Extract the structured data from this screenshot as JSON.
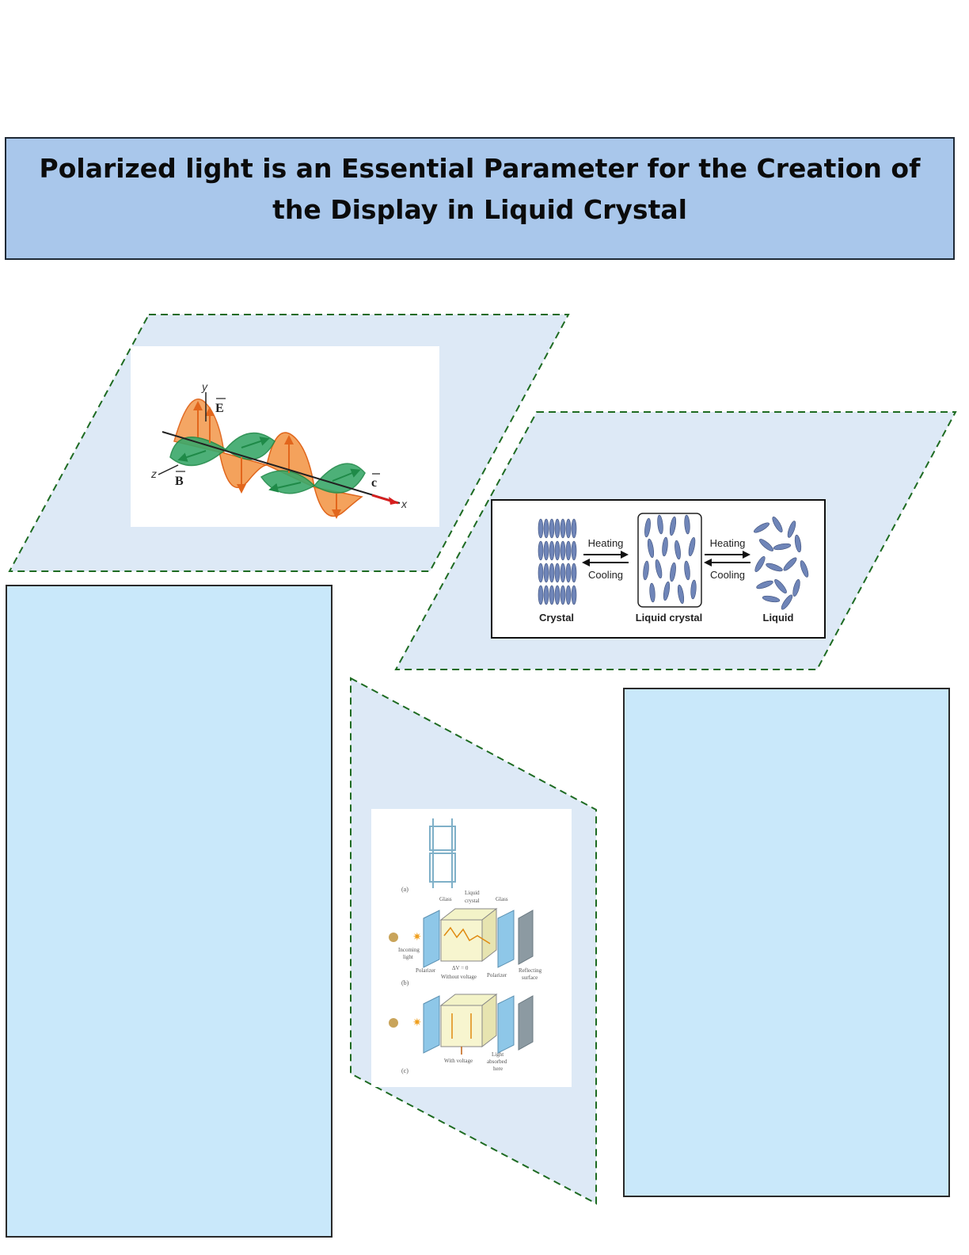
{
  "title": "Polarized light is an Essential Parameter for the Creation of the Display in Liquid Crystal",
  "colors": {
    "title_background": "#a9c7eb",
    "panel_fill": "#dde9f6",
    "panel_dash": "#1e6b22",
    "empty_box_fill": "#c9e8fa"
  },
  "em_wave": {
    "axis_y": "y",
    "axis_z": "z",
    "axis_x": "x",
    "e_label": "E",
    "b_label": "B",
    "c_label": "c"
  },
  "phase": {
    "heating_1": "Heating",
    "cooling_1": "Cooling",
    "heating_2": "Heating",
    "cooling_2": "Cooling",
    "crystal": "Crystal",
    "liquid_crystal": "Liquid crystal",
    "liquid": "Liquid"
  },
  "lcd": {
    "label_a": "(a)",
    "label_b": "(b)",
    "label_c": "(c)",
    "glass_left": "Glass",
    "liquid_crystal_1": "Liquid",
    "liquid_crystal_2": "crystal",
    "glass_right": "Glass",
    "incoming_1": "Incoming",
    "incoming_2": "light",
    "polarizer_left": "Polarizer",
    "delta_v": "ΔV = 0",
    "polarizer_right": "Polarizer",
    "reflecting_1": "Reflecting",
    "reflecting_2": "surface",
    "without_voltage": "Without voltage",
    "with_voltage": "With voltage",
    "absorbed_1": "Light",
    "absorbed_2": "absorbed",
    "absorbed_3": "here"
  }
}
